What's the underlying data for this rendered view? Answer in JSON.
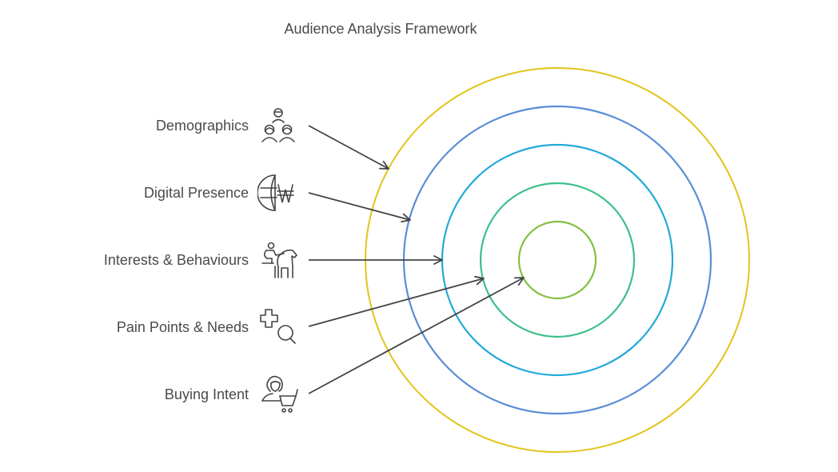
{
  "title": "Audience Analysis Framework",
  "colors": {
    "text": "#4a4a4a",
    "arrow": "#444444",
    "ring_outer": "#e2c41c",
    "ring_2": "#5a8ed6",
    "ring_3": "#23a9d9",
    "ring_4": "#3cc08a",
    "ring_inner": "#84c043"
  },
  "layers": [
    {
      "label": "Demographics",
      "icon": "group-of-people-icon",
      "ring": "outer"
    },
    {
      "label": "Digital Presence",
      "icon": "globe-with-currency-icon",
      "ring": "2"
    },
    {
      "label": "Interests & Behaviours",
      "icon": "horse-rider-icon",
      "ring": "3"
    },
    {
      "label": "Pain Points & Needs",
      "icon": "medical-cross-search-icon",
      "ring": "4"
    },
    {
      "label": "Buying Intent",
      "icon": "person-shopping-cart-icon",
      "ring": "inner"
    }
  ]
}
